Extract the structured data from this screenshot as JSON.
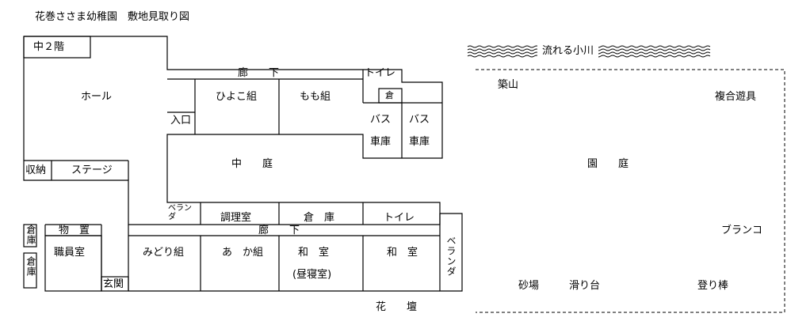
{
  "title": "花巻ささま幼稚園　敷地見取り図",
  "rooms": {
    "mezzanine": "中２階",
    "hall": "ホール",
    "storage": "収納",
    "stage": "ステージ",
    "corridor_top": "廊　　下",
    "toilet_top": "トイレ",
    "small_room": "倉",
    "hiyoko": "ひよこ組",
    "momo": "もも組",
    "entrance": "入口",
    "bus1": "バス",
    "garage1": "車庫",
    "bus2": "バス",
    "garage2": "車庫",
    "courtyard": "中　　庭",
    "veranda_small": "ベランダ",
    "kitchen": "調理室",
    "warehouse": "倉　庫",
    "toilet_mid": "トイレ",
    "corridor_bottom": "廊　　下",
    "storage_small1": "倉庫",
    "storage_small2": "倉庫",
    "storeroom": "物　置",
    "staff_room": "職員室",
    "front_entrance": "玄関",
    "midori": "みどり組",
    "aka": "あ　か組",
    "japanese1": "和　室",
    "nap_room": "(昼寝室)",
    "japanese2": "和　室",
    "veranda_vertical": "ベランダ",
    "flowerbed": "花　　壇"
  },
  "yard": {
    "stream": "流れる小川",
    "hill": "築山",
    "play_equipment": "複合遊具",
    "garden": "園　　庭",
    "swing": "ブランコ",
    "sandbox": "砂場",
    "slide": "滑り台",
    "climbing_pole": "登り棒"
  }
}
